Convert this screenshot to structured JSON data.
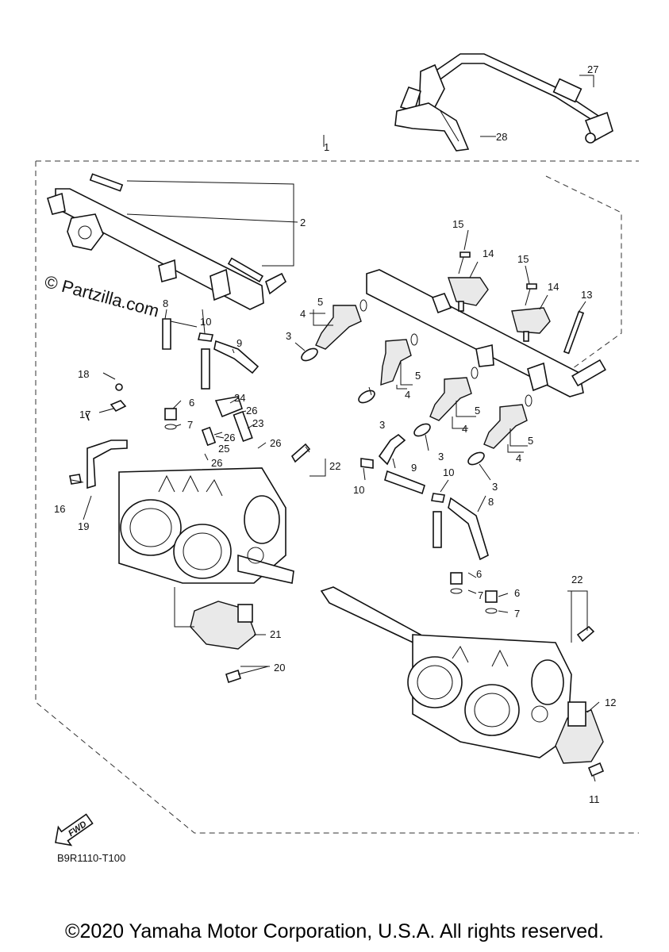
{
  "watermark": "© Partzilla.com",
  "diagram_code": "B9R1110-T100",
  "fwd_arrow_label": "FWD",
  "copyright": "©2020 Yamaha Motor Corporation, U.S.A. All rights reserved.",
  "callouts": {
    "c1": "1",
    "c2": "2",
    "c3a": "3",
    "c3b": "3",
    "c3c": "3",
    "c3d": "3",
    "c4a": "4",
    "c4b": "4",
    "c4c": "4",
    "c4d": "4",
    "c5a": "5",
    "c5b": "5",
    "c5c": "5",
    "c5d": "5",
    "c6a": "6",
    "c6b": "6",
    "c6c": "6",
    "c7a": "7",
    "c7b": "7",
    "c7c": "7",
    "c8a": "8",
    "c8b": "8",
    "c9a": "9",
    "c9b": "9",
    "c10a": "10",
    "c10b": "10",
    "c10c": "10",
    "c11": "11",
    "c12": "12",
    "c13": "13",
    "c14a": "14",
    "c14b": "14",
    "c15a": "15",
    "c15b": "15",
    "c16": "16",
    "c17": "17",
    "c18": "18",
    "c19": "19",
    "c20": "20",
    "c21": "21",
    "c22a": "22",
    "c22b": "22",
    "c23": "23",
    "c24": "24",
    "c25": "25",
    "c26a": "26",
    "c26b": "26",
    "c26c": "26",
    "c26d": "26",
    "c27": "27",
    "c28": "28"
  }
}
